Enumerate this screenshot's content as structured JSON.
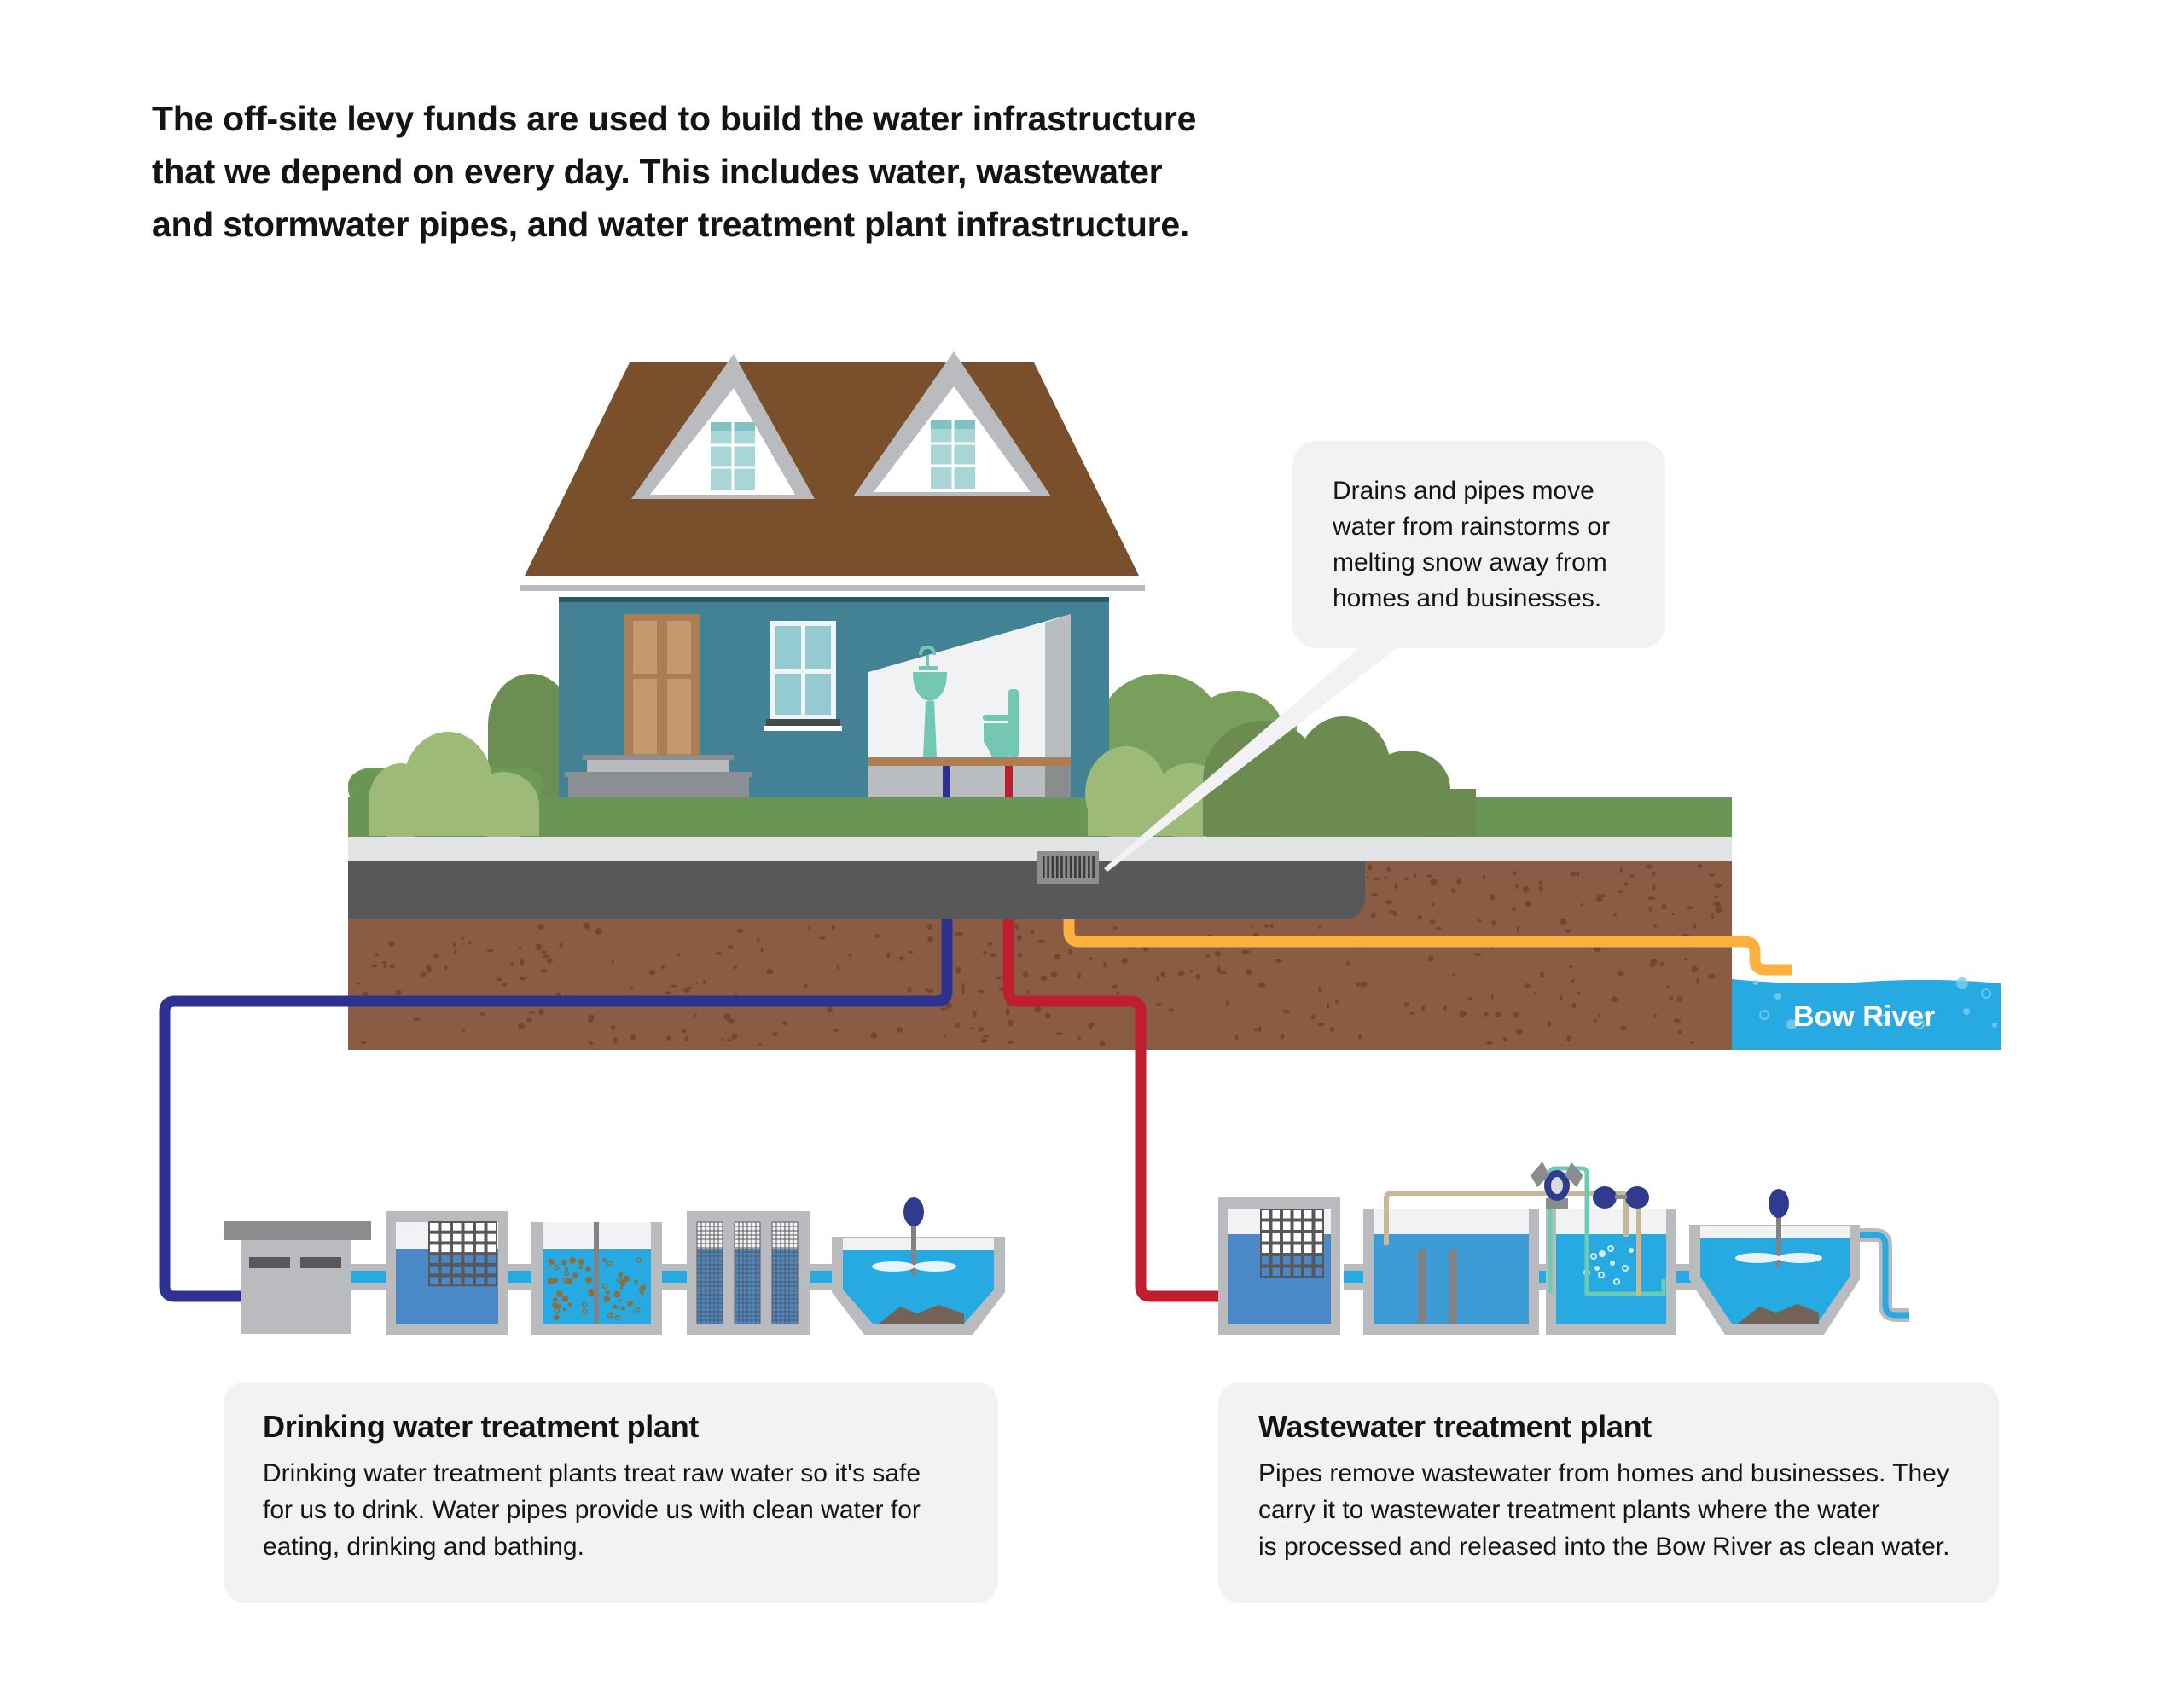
{
  "intro": {
    "lines": [
      "The off-site levy funds are used to build the water infrastructure",
      "that we depend on every day. This includes water, wastewater",
      "and stormwater pipes, and water treatment plant infrastructure."
    ]
  },
  "callout": {
    "lines": [
      "Drains and pipes move",
      "water from rainstorms or",
      "melting snow away from",
      "homes and businesses."
    ]
  },
  "river": {
    "label": "Bow River"
  },
  "info_boxes": {
    "drinking": {
      "title": "Drinking water treatment plant",
      "lines": [
        "Drinking water treatment plants treat raw water so it's safe",
        "for us to drink. Water pipes provide us with clean water for",
        "eating, drinking and bathing."
      ]
    },
    "wastewater": {
      "title": "Wastewater treatment plant",
      "lines": [
        "Pipes remove wastewater from homes and businesses. They",
        "carry it to wastewater treatment plants where the water",
        "is processed and released into the Bow River as clean water."
      ]
    }
  },
  "pipes": {
    "drinking_water": {
      "color": "#2e3192"
    },
    "wastewater": {
      "color": "#be1e2d"
    },
    "stormwater": {
      "color": "#fbb040"
    }
  },
  "colors": {
    "roof": "#7a4f2b",
    "house_wall": "#438195",
    "grass": "#6a9655",
    "soil": "#8b5c44",
    "road": "#58585a",
    "river": "#27aae1",
    "box_bg": "#f2f2f4"
  }
}
